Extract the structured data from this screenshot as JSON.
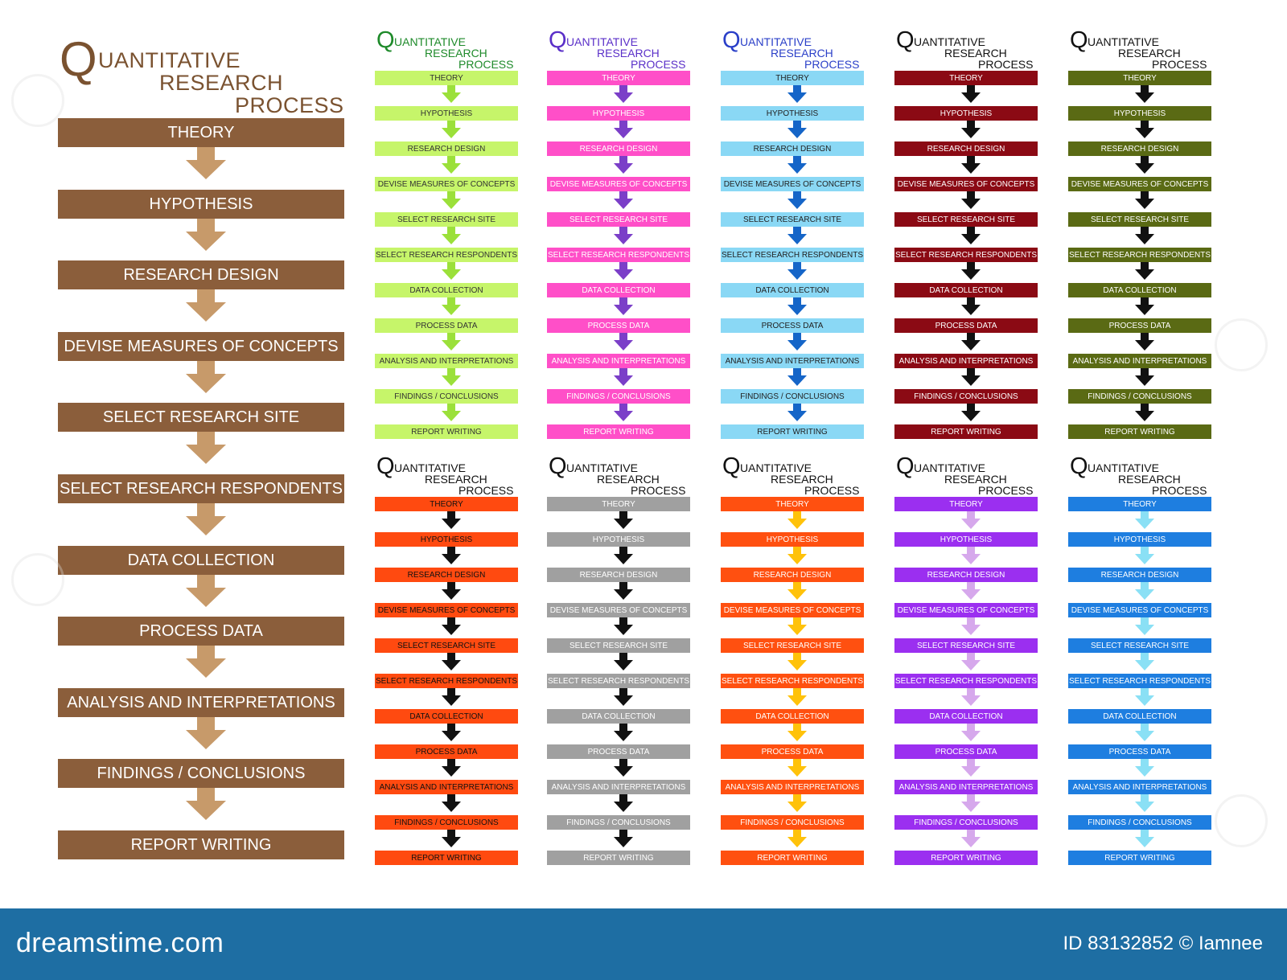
{
  "title": {
    "cap": "Q",
    "line1": "UANTITATIVE",
    "line2": "RESEARCH",
    "line3": "PROCESS"
  },
  "steps": [
    "THEORY",
    "HYPOTHESIS",
    "RESEARCH DESIGN",
    "DEVISE MEASURES OF CONCEPTS",
    "SELECT RESEARCH SITE",
    "SELECT RESEARCH RESPONDENTS",
    "DATA COLLECTION",
    "PROCESS DATA",
    "ANALYSIS AND INTERPRETATIONS",
    "FINDINGS / CONCLUSIONS",
    "REPORT WRITING"
  ],
  "main_variant": {
    "bar": "#8b5e3b",
    "text": "#ffffff",
    "arrow": "#c79a6a",
    "title_color": "#7a5230"
  },
  "variants": [
    {
      "bar": "#c6f56a",
      "text": "#333333",
      "arrow": "#9be03a",
      "title_color": "#1e8a2a"
    },
    {
      "bar": "#ff4fc8",
      "text": "#ffffff",
      "arrow": "#7b3fc8",
      "title_color": "#5a2fc8"
    },
    {
      "bar": "#8ad8f5",
      "text": "#222222",
      "arrow": "#1565c8",
      "title_color": "#2a3fc8"
    },
    {
      "bar": "#8b0a14",
      "text": "#ffffff",
      "arrow": "#111111",
      "title_color": "#111111"
    },
    {
      "bar": "#5a6a14",
      "text": "#ffffff",
      "arrow": "#111111",
      "title_color": "#111111"
    },
    {
      "bar": "#ff4a10",
      "text": "#111111",
      "arrow": "#111111",
      "title_color": "#111111"
    },
    {
      "bar": "#a0a0a0",
      "text": "#ffffff",
      "arrow": "#111111",
      "title_color": "#111111"
    },
    {
      "bar": "#ff5010",
      "text": "#ffffff",
      "arrow": "#ffc20a",
      "title_color": "#111111"
    },
    {
      "bar": "#9b2ff0",
      "text": "#ffffff",
      "arrow": "#d6a8ec",
      "title_color": "#111111"
    },
    {
      "bar": "#1e7ee0",
      "text": "#ffffff",
      "arrow": "#8ae0f5",
      "title_color": "#111111"
    }
  ],
  "footer": {
    "brand": "dreamstime.com",
    "credit": "ID 83132852 © Iamnee",
    "bg": "#1e6ea3"
  }
}
